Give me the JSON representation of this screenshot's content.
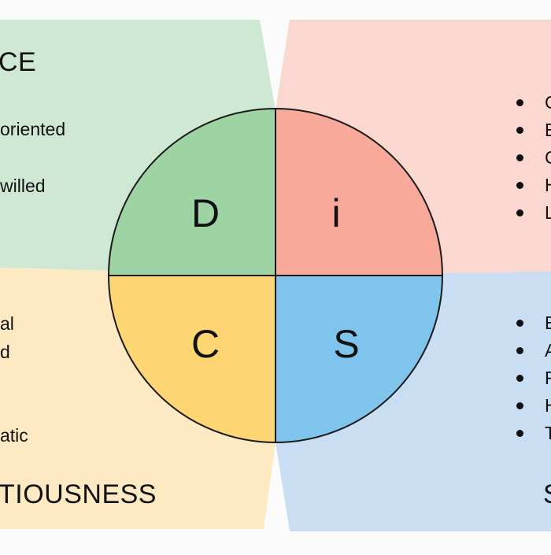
{
  "colors": {
    "d_panel": "#cfe8d3",
    "i_panel": "#fbd8cf",
    "c_panel": "#fde9c2",
    "s_panel": "#c9def3",
    "d_quadrant": "#9ed4a3",
    "i_quadrant": "#f8a99a",
    "c_quadrant": "#fdd673",
    "s_quadrant": "#7fc4ec",
    "outline": "#1a1a1a"
  },
  "quadrants": {
    "d": {
      "letter": "D"
    },
    "i": {
      "letter": "i"
    },
    "c": {
      "letter": "C"
    },
    "s": {
      "letter": "S"
    }
  },
  "panels": {
    "dominance": {
      "title": "CE",
      "items": [
        "oriented",
        "willed"
      ]
    },
    "influence": {
      "items": [
        "C",
        "E",
        "C",
        "H",
        "L"
      ]
    },
    "conscientiousness": {
      "title": "TIOUSNESS",
      "items": [
        "al",
        "d",
        "atic"
      ]
    },
    "steadiness": {
      "title": "S",
      "items": [
        "E",
        "A",
        "F",
        "H",
        "T"
      ]
    }
  }
}
